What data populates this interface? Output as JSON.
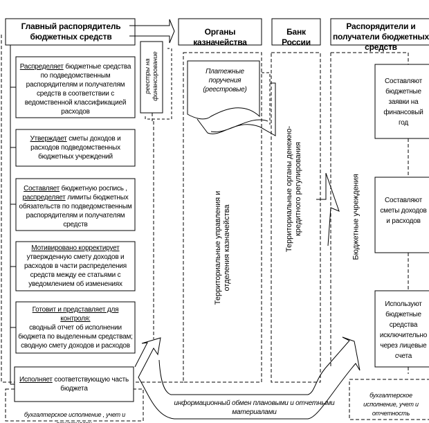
{
  "headers": {
    "main_manager": "Главный распорядитель бюджетных средств",
    "treasury": "Органы казначейства",
    "bank": "Банк России",
    "recipients": "Распорядители и получатели бюджетных средств"
  },
  "main_manager_functions": [
    {
      "verb": "Распределяет",
      "text": "бюджетные средства по подведомственным распорядителям и получателям средств в соответствии с ведомственной классификацией расходов"
    },
    {
      "verb": "Утверждает",
      "text": "сметы доходов и расходов подведомственных бюджетных учреждений"
    },
    {
      "verb": "Составляет",
      "text": "бюджетную роспись ,",
      "verb2": "распределяет",
      "text2": "лимиты бюджетных обязательств по подведомственным распорядителям и получателям средств"
    },
    {
      "verb": "Мотивировано корректирует",
      "text": "утвержденную смету доходов и расходов в части распределения средств между ее статьями с уведомлением об изменениях"
    },
    {
      "verb": "Готовит и представляет для контроля:",
      "text": "сводный отчет об исполнении бюджета по выделенным средствам; сводную смету доходов и расходов"
    },
    {
      "verb": "Исполняет",
      "text": "соответствующую часть бюджета"
    }
  ],
  "registers_label": "реестры на финансирование",
  "payment_orders_label": "Платежные поручения (реестровые)",
  "treasury_vertical": "Территориальные управления и отделения казначейства",
  "bank_vertical": "Территориальные органы денежно-кредитного регулирования",
  "recipients_vertical": "Бюджетные учреждения",
  "recipient_functions": [
    "Составляют бюджетные заявки на финансовый год",
    "Составляют сметы доходов и расходов",
    "Используют бюджетные средства исключительно через лицевые счета"
  ],
  "accounting_left": "бухгалтерское исполнение , учет и отчетность",
  "accounting_right": "бухгалтерское исполнение, учет и отчетность",
  "info_exchange": "информационный обмен плановыми и отчетными материалами"
}
